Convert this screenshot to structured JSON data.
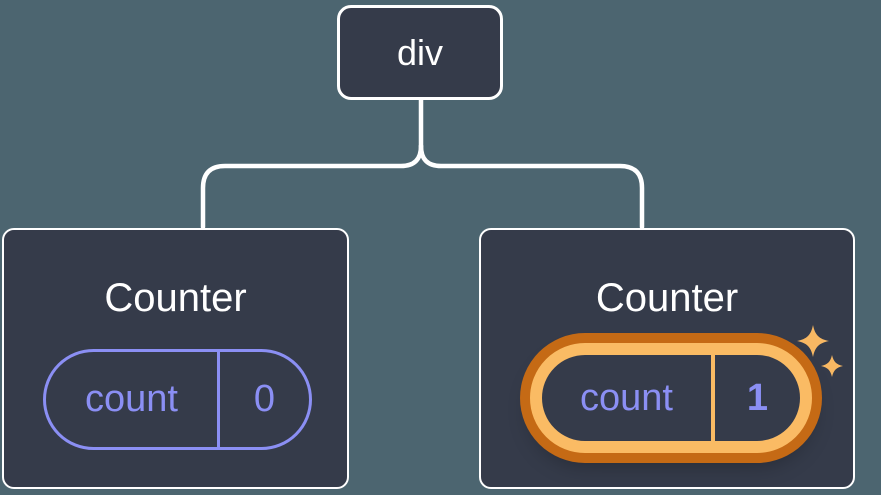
{
  "diagram": {
    "root_node": {
      "label": "div"
    },
    "nodes": [
      {
        "title": "Counter",
        "pill": {
          "key": "count",
          "value": "0"
        },
        "highlighted": false
      },
      {
        "title": "Counter",
        "pill": {
          "key": "count",
          "value": "1"
        },
        "highlighted": true
      }
    ],
    "icons": {
      "highlight": "sparkles-icon"
    },
    "colors": {
      "background": "#4C6570",
      "card_bg": "#353B4A",
      "card_border": "#FFFFFF",
      "accent_purple": "#8B8FF4",
      "highlight_orange_dark": "#C56A15",
      "highlight_orange_light": "#FABB64",
      "connector": "#FFFFFF"
    }
  }
}
